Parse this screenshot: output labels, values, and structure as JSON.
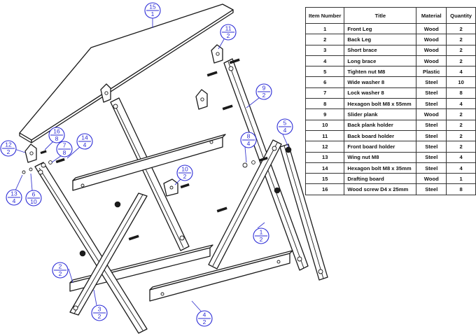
{
  "bom": {
    "headers": {
      "item_number": "Item Number",
      "title": "Title",
      "material": "Material",
      "quantity": "Quantity"
    },
    "rows": [
      {
        "item": "1",
        "title": "Front Leg",
        "material": "Wood",
        "qty": "2"
      },
      {
        "item": "2",
        "title": "Back Leg",
        "material": "Wood",
        "qty": "2"
      },
      {
        "item": "3",
        "title": "Short brace",
        "material": "Wood",
        "qty": "2"
      },
      {
        "item": "4",
        "title": "Long brace",
        "material": "Wood",
        "qty": "2"
      },
      {
        "item": "5",
        "title": "Tighten nut  M8",
        "material": "Plastic",
        "qty": "4"
      },
      {
        "item": "6",
        "title": "Wide washer 8",
        "material": "Steel",
        "qty": "10"
      },
      {
        "item": "7",
        "title": "Lock washer 8",
        "material": "Steel",
        "qty": "8"
      },
      {
        "item": "8",
        "title": "Hexagon bolt M8 x 55mm",
        "material": "Steel",
        "qty": "4"
      },
      {
        "item": "9",
        "title": "Slider plank",
        "material": "Wood",
        "qty": "2"
      },
      {
        "item": "10",
        "title": "Back plank holder",
        "material": "Steel",
        "qty": "2"
      },
      {
        "item": "11",
        "title": "Back board holder",
        "material": "Steel",
        "qty": "2"
      },
      {
        "item": "12",
        "title": "Front board holder",
        "material": "Steel",
        "qty": "2"
      },
      {
        "item": "13",
        "title": "Wing nut M8",
        "material": "Steel",
        "qty": "4"
      },
      {
        "item": "14",
        "title": "Hexagon bolt M8 x 35mm",
        "material": "Steel",
        "qty": "4"
      },
      {
        "item": "15",
        "title": "Drafting board",
        "material": "Wood",
        "qty": "1"
      },
      {
        "item": "16",
        "title": "Wood screw D4 x 25mm",
        "material": "Steel",
        "qty": "8"
      }
    ]
  },
  "balloons": [
    {
      "id": "15",
      "top": "15",
      "bottom": "1"
    },
    {
      "id": "11",
      "top": "11",
      "bottom": "2"
    },
    {
      "id": "9",
      "top": "9",
      "bottom": "2"
    },
    {
      "id": "5",
      "top": "5",
      "bottom": "4"
    },
    {
      "id": "8",
      "top": "8",
      "bottom": "4"
    },
    {
      "id": "16",
      "top": "16",
      "bottom": "8"
    },
    {
      "id": "14",
      "top": "14",
      "bottom": "4"
    },
    {
      "id": "7",
      "top": "7",
      "bottom": "8"
    },
    {
      "id": "12",
      "top": "12",
      "bottom": "2"
    },
    {
      "id": "13",
      "top": "13",
      "bottom": "4"
    },
    {
      "id": "6",
      "top": "6",
      "bottom": "10"
    },
    {
      "id": "10",
      "top": "10",
      "bottom": "2"
    },
    {
      "id": "1",
      "top": "1",
      "bottom": "2"
    },
    {
      "id": "2a",
      "top": "2",
      "bottom": "2"
    },
    {
      "id": "3",
      "top": "3",
      "bottom": "2"
    },
    {
      "id": "4",
      "top": "4",
      "bottom": "2"
    }
  ],
  "colors": {
    "balloon": "#2b2bd6",
    "line": "#1a1a1a",
    "background": "#ffffff"
  }
}
